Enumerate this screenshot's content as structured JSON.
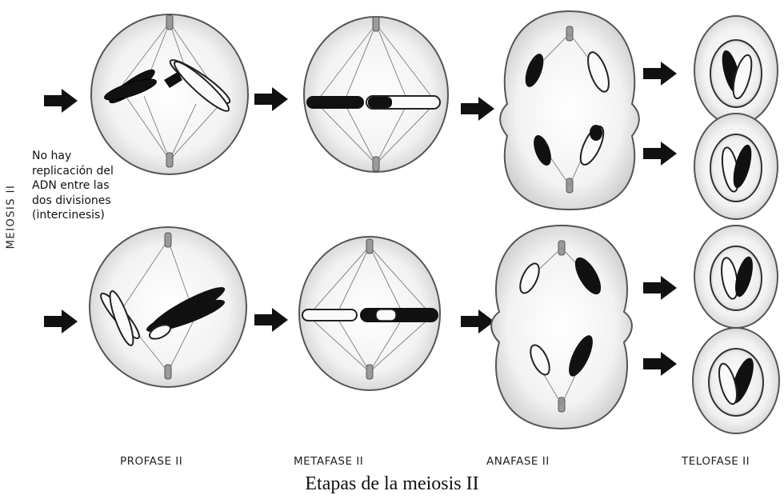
{
  "side_label": "MEIOSIS II",
  "note": [
    "No hay",
    "replicación del",
    "ADN entre las",
    "dos divisiones",
    "(intercinesis)"
  ],
  "stages": [
    "PROFASE II",
    "METAFASE II",
    "ANAFASE II",
    "TELOFASE II"
  ],
  "caption": "Etapas de la meiosis II",
  "colors": {
    "ink": "#111111",
    "cell_fill": "#f0f0f0",
    "cell_edge": "#444444"
  }
}
